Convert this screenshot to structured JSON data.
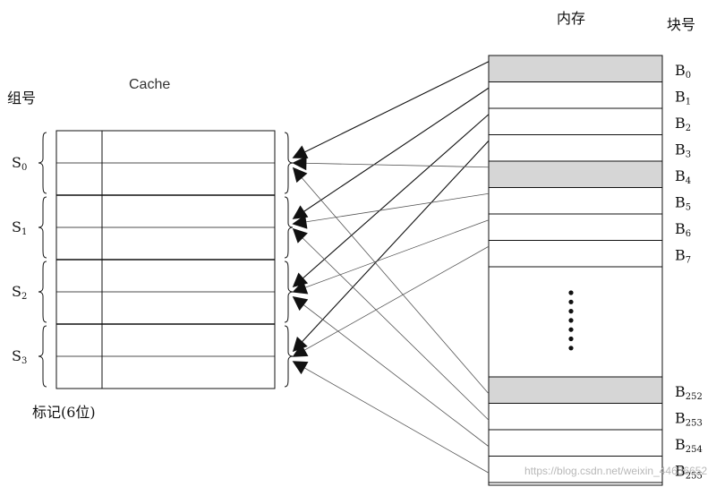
{
  "labels": {
    "memory": "内存",
    "block_no": "块号",
    "cache": "Cache",
    "set_no": "组号",
    "tag": "标记(6位)",
    "watermark": "https://blog.csdn.net/weixin_44636652"
  },
  "sets": [
    {
      "prefix": "S",
      "sub": "0"
    },
    {
      "prefix": "S",
      "sub": "1"
    },
    {
      "prefix": "S",
      "sub": "2"
    },
    {
      "prefix": "S",
      "sub": "3"
    }
  ],
  "blocks": [
    {
      "prefix": "B",
      "sub": "0",
      "shaded": true
    },
    {
      "prefix": "B",
      "sub": "1",
      "shaded": false
    },
    {
      "prefix": "B",
      "sub": "2",
      "shaded": false
    },
    {
      "prefix": "B",
      "sub": "3",
      "shaded": false
    },
    {
      "prefix": "B",
      "sub": "4",
      "shaded": true
    },
    {
      "prefix": "B",
      "sub": "5",
      "shaded": false
    },
    {
      "prefix": "B",
      "sub": "6",
      "shaded": false
    },
    {
      "prefix": "B",
      "sub": "7",
      "shaded": false
    },
    {
      "prefix": "B",
      "sub": "252",
      "shaded": true
    },
    {
      "prefix": "B",
      "sub": "253",
      "shaded": false
    },
    {
      "prefix": "B",
      "sub": "254",
      "shaded": false
    },
    {
      "prefix": "B",
      "sub": "255",
      "shaded": false
    }
  ],
  "mappings": [
    {
      "block": "0",
      "set": "0"
    },
    {
      "block": "1",
      "set": "1"
    },
    {
      "block": "2",
      "set": "2"
    },
    {
      "block": "3",
      "set": "3"
    },
    {
      "block": "4",
      "set": "0"
    },
    {
      "block": "5",
      "set": "1"
    },
    {
      "block": "6",
      "set": "2"
    },
    {
      "block": "7",
      "set": "3"
    },
    {
      "block": "252",
      "set": "0"
    },
    {
      "block": "253",
      "set": "1"
    },
    {
      "block": "254",
      "set": "2"
    },
    {
      "block": "255",
      "set": "3"
    }
  ],
  "colors": {
    "shaded_block": "#d6d6d6",
    "line": "#111111"
  }
}
